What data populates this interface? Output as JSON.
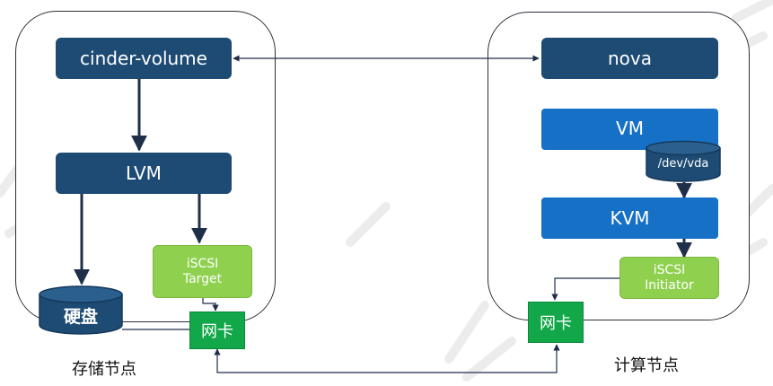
{
  "storage_node": {
    "caption": "存储节点",
    "cinder_volume": "cinder-volume",
    "lvm": "LVM",
    "iscsi_target": "iSCSI\nTarget",
    "disk": "硬盘",
    "nic": "网卡"
  },
  "compute_node": {
    "caption": "计算节点",
    "nova": "nova",
    "vm": "VM",
    "dev_vda": "/dev/vda",
    "kvm": "KVM",
    "iscsi_initiator": "iSCSI\nInitiator",
    "nic": "网卡"
  },
  "colors": {
    "dark_block": "#1d4b73",
    "blue_block": "#1671c6",
    "green_light": "#8fd14f",
    "nic_green": "#12a84a",
    "line": "#1f2f4a"
  }
}
